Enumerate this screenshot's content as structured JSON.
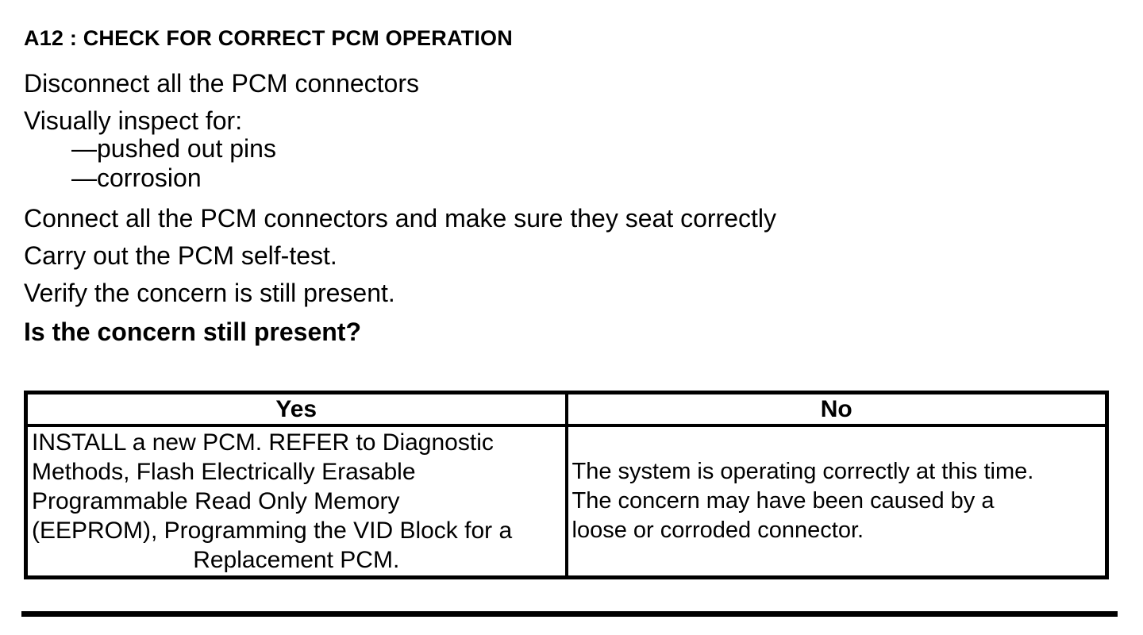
{
  "procedure": {
    "heading": "A12 : CHECK FOR CORRECT PCM OPERATION",
    "steps": {
      "disconnect": "Disconnect all the PCM connectors",
      "inspect_intro": "Visually inspect for:",
      "inspect_items": [
        "—pushed out pins",
        "—corrosion"
      ],
      "connect": "Connect all the PCM connectors and make sure they seat correctly",
      "self_test": "Carry out the PCM self-test.",
      "verify": "Verify the concern is still present.",
      "question": "Is the concern still present?"
    }
  },
  "results_table": {
    "headers": [
      "Yes",
      "No"
    ],
    "yes_action": "INSTALL a new PCM. REFER to Diagnostic Methods, Flash Electrically Erasable Programmable Read Only Memory (EEPROM), Programming the VID Block for a Replacement PCM.",
    "no_action": "The system is operating correctly at this time. The concern may have been caused by a loose or corroded connector.",
    "yes_lines": [
      "INSTALL a new PCM. REFER to Diagnostic",
      "Methods, Flash Electrically Erasable",
      "Programmable Read Only Memory",
      "(EEPROM), Programming the VID Block for a",
      "Replacement PCM."
    ],
    "no_lines": [
      "The system is operating correctly at this time.",
      "The concern may have been caused by a",
      "loose or corroded connector."
    ]
  }
}
